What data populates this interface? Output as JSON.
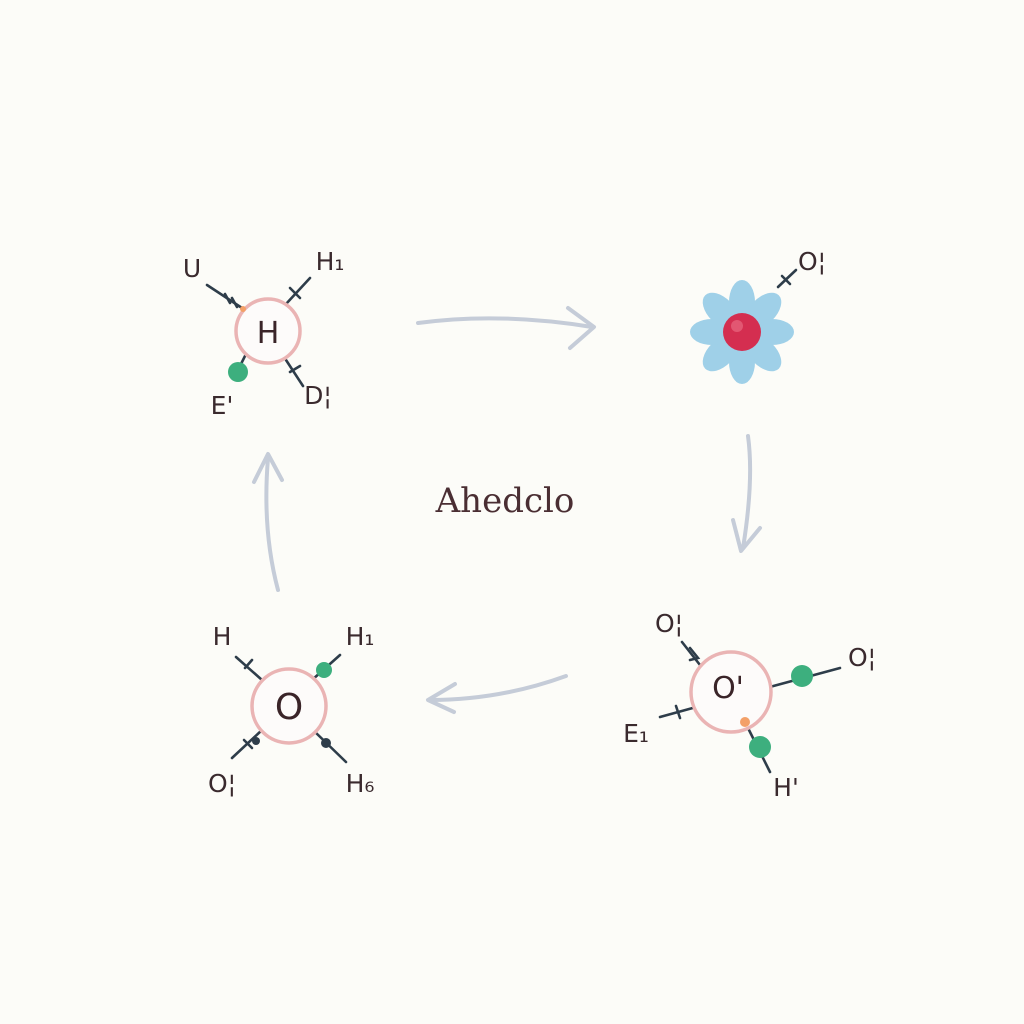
{
  "center": {
    "label": "Ahedclo"
  },
  "colors": {
    "ring": "#eab4b4",
    "bond": "#2e3d4a",
    "arrow": "#c5ccd8",
    "green_dot": "#3daf7e",
    "orange_dot": "#f3a068",
    "petal": "#9fd0e8",
    "core": "#d42e50",
    "text": "#3a2a2e"
  },
  "molecules": {
    "top_left": {
      "atom": "H",
      "labels": {
        "upper_left": "U",
        "upper_right": "H₁",
        "lower_left": "E'",
        "lower_right": "D¦"
      }
    },
    "top_right": {
      "icon": "flower-atom-icon",
      "labels": {
        "upper_right": "O¦"
      }
    },
    "bottom_right": {
      "atom": "O'",
      "labels": {
        "upper_left": "O¦",
        "right": "O¦",
        "left": "E₁",
        "bottom": "H'"
      }
    },
    "bottom_left": {
      "atom": "O",
      "labels": {
        "upper_left": "H",
        "upper_right": "H₁",
        "lower_left": "O¦",
        "lower_right": "H₆"
      }
    }
  },
  "cycle_arrows": [
    "right",
    "down",
    "left",
    "up"
  ]
}
